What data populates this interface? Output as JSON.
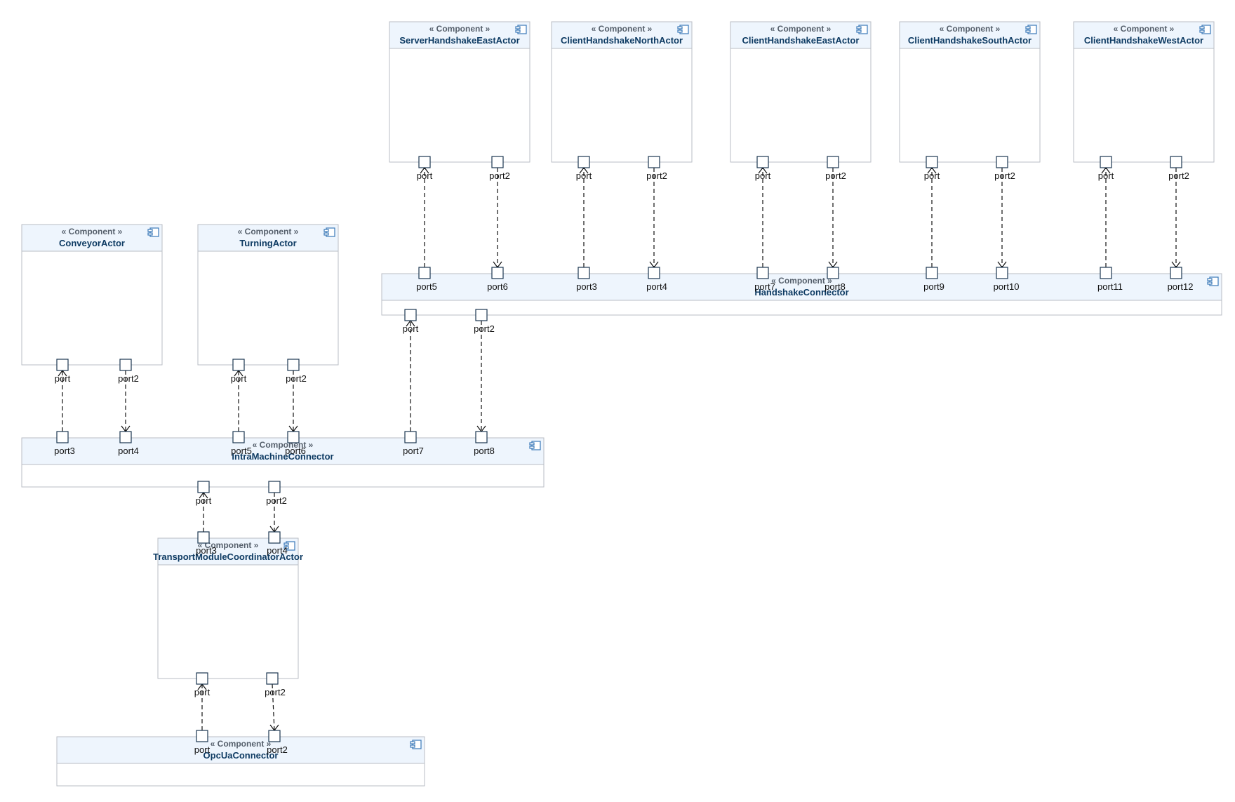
{
  "diagram": {
    "stereotype": "« Component »",
    "components": [
      {
        "id": "server-handshake-east-actor",
        "name": "ServerHandshakeEastActor",
        "ports": [
          {
            "id": "p1",
            "label": "port"
          },
          {
            "id": "p2",
            "label": "port2"
          }
        ]
      },
      {
        "id": "client-handshake-north-actor",
        "name": "ClientHandshakeNorthActor",
        "ports": [
          {
            "id": "p1",
            "label": "port"
          },
          {
            "id": "p2",
            "label": "port2"
          }
        ]
      },
      {
        "id": "client-handshake-east-actor",
        "name": "ClientHandshakeEastActor",
        "ports": [
          {
            "id": "p1",
            "label": "port"
          },
          {
            "id": "p2",
            "label": "port2"
          }
        ]
      },
      {
        "id": "client-handshake-south-actor",
        "name": "ClientHandshakeSouthActor",
        "ports": [
          {
            "id": "p1",
            "label": "port"
          },
          {
            "id": "p2",
            "label": "port2"
          }
        ]
      },
      {
        "id": "client-handshake-west-actor",
        "name": "ClientHandshakeWestActor",
        "ports": [
          {
            "id": "p1",
            "label": "port"
          },
          {
            "id": "p2",
            "label": "port2"
          }
        ]
      },
      {
        "id": "handshake-connector",
        "name": "HandshakeConnector",
        "ports": [
          {
            "id": "p5",
            "label": "port5"
          },
          {
            "id": "p6",
            "label": "port6"
          },
          {
            "id": "p3",
            "label": "port3"
          },
          {
            "id": "p4",
            "label": "port4"
          },
          {
            "id": "p7",
            "label": "port7"
          },
          {
            "id": "p8",
            "label": "port8"
          },
          {
            "id": "p9",
            "label": "port9"
          },
          {
            "id": "p10",
            "label": "port10"
          },
          {
            "id": "p11",
            "label": "port11"
          },
          {
            "id": "p12",
            "label": "port12"
          },
          {
            "id": "p1",
            "label": "port"
          },
          {
            "id": "p2",
            "label": "port2"
          }
        ]
      },
      {
        "id": "conveyor-actor",
        "name": "ConveyorActor",
        "ports": [
          {
            "id": "p1",
            "label": "port"
          },
          {
            "id": "p2",
            "label": "port2"
          }
        ]
      },
      {
        "id": "turning-actor",
        "name": "TurningActor",
        "ports": [
          {
            "id": "p1",
            "label": "port"
          },
          {
            "id": "p2",
            "label": "port2"
          }
        ]
      },
      {
        "id": "intra-machine-connector",
        "name": "IntraMachineConnector",
        "ports": [
          {
            "id": "p3",
            "label": "port3"
          },
          {
            "id": "p4",
            "label": "port4"
          },
          {
            "id": "p5",
            "label": "port5"
          },
          {
            "id": "p6",
            "label": "port6"
          },
          {
            "id": "p7",
            "label": "port7"
          },
          {
            "id": "p8",
            "label": "port8"
          },
          {
            "id": "p1",
            "label": "port"
          },
          {
            "id": "p2",
            "label": "port2"
          }
        ]
      },
      {
        "id": "transport-module-coordinator-actor",
        "name": "TransportModuleCoordinatorActor",
        "ports": [
          {
            "id": "p3",
            "label": "port3"
          },
          {
            "id": "p4",
            "label": "port4"
          },
          {
            "id": "p1",
            "label": "port"
          },
          {
            "id": "p2",
            "label": "port2"
          }
        ]
      },
      {
        "id": "opc-ua-connector",
        "name": "OpcUaConnector",
        "ports": [
          {
            "id": "p1",
            "label": "port"
          },
          {
            "id": "p2",
            "label": "port2"
          }
        ]
      }
    ],
    "dependencies": [
      {
        "from": "handshake-connector.p5",
        "to": "server-handshake-east-actor.p1"
      },
      {
        "from": "server-handshake-east-actor.p2",
        "to": "handshake-connector.p6"
      },
      {
        "from": "handshake-connector.p3",
        "to": "client-handshake-north-actor.p1"
      },
      {
        "from": "client-handshake-north-actor.p2",
        "to": "handshake-connector.p4"
      },
      {
        "from": "handshake-connector.p7",
        "to": "client-handshake-east-actor.p1"
      },
      {
        "from": "client-handshake-east-actor.p2",
        "to": "handshake-connector.p8"
      },
      {
        "from": "handshake-connector.p9",
        "to": "client-handshake-south-actor.p1"
      },
      {
        "from": "client-handshake-south-actor.p2",
        "to": "handshake-connector.p10"
      },
      {
        "from": "handshake-connector.p11",
        "to": "client-handshake-west-actor.p1"
      },
      {
        "from": "client-handshake-west-actor.p2",
        "to": "handshake-connector.p12"
      },
      {
        "from": "intra-machine-connector.p7",
        "to": "handshake-connector.p1"
      },
      {
        "from": "handshake-connector.p2",
        "to": "intra-machine-connector.p8"
      },
      {
        "from": "intra-machine-connector.p3",
        "to": "conveyor-actor.p1"
      },
      {
        "from": "conveyor-actor.p2",
        "to": "intra-machine-connector.p4"
      },
      {
        "from": "intra-machine-connector.p5",
        "to": "turning-actor.p1"
      },
      {
        "from": "turning-actor.p2",
        "to": "intra-machine-connector.p6"
      },
      {
        "from": "transport-module-coordinator-actor.p3",
        "to": "intra-machine-connector.p1"
      },
      {
        "from": "intra-machine-connector.p2",
        "to": "transport-module-coordinator-actor.p4"
      },
      {
        "from": "opc-ua-connector.p1",
        "to": "transport-module-coordinator-actor.p1"
      },
      {
        "from": "transport-module-coordinator-actor.p2",
        "to": "opc-ua-connector.p2"
      }
    ]
  }
}
